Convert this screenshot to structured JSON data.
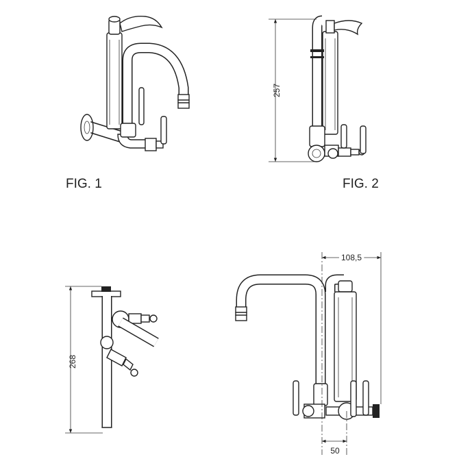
{
  "figures": {
    "fig1": {
      "label": "FIG. 1"
    },
    "fig2": {
      "label": "FIG. 2",
      "dimension": "257"
    },
    "fig3": {
      "dimension": "268"
    },
    "fig4": {
      "dimension_top": "108,5",
      "dimension_bottom": "50"
    }
  }
}
